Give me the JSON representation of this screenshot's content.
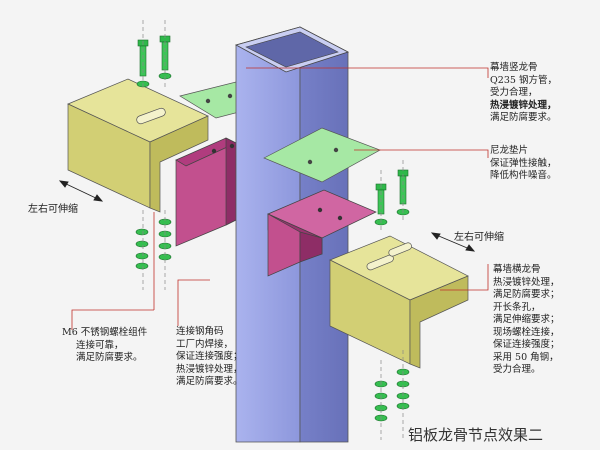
{
  "caption": "铝板龙骨节点效果二",
  "labels": {
    "vertical_keel": [
      "幕墙竖龙骨",
      "Q235 钢方管，",
      "受力合理，",
      "热浸镀锌处理，",
      "满足防腐要求。"
    ],
    "nylon_pad": [
      "尼龙垫片",
      "保证弹性接触，",
      "降低构件噪音。"
    ],
    "horizontal_keel": [
      "幕墙横龙骨",
      "热浸镀锌处理，",
      "满足防腐要求；",
      "开长条孔，",
      "满足伸缩要求；",
      "现场螺栓连接，",
      "保证连接强度；",
      "采用 50 角钢，",
      "受力合理。"
    ],
    "bolt_assembly": [
      "M6 不锈钢螺栓组件",
      "连接可靠，",
      "满足防腐要求。"
    ],
    "angle_code": [
      "连接钢角码",
      "工厂内焊接，",
      "保证连接强度；",
      "热浸镀锌处理，",
      "满足防腐要求。"
    ],
    "stretch_left": "左右可伸缩",
    "stretch_right": "左右可伸缩"
  },
  "colors": {
    "tube_face": "#9aa6e8",
    "tube_side": "#7d86c9",
    "tube_top": "#c7cdf2",
    "angle_yellow": "#e2e08c",
    "angle_yellow_dark": "#c6c266",
    "pad_green": "#9fe6a0",
    "bracket_magenta": "#c04a8a",
    "bracket_magenta_dark": "#9a3470",
    "bolt_green": "#2fb84a",
    "leader_red": "#c0302a"
  }
}
